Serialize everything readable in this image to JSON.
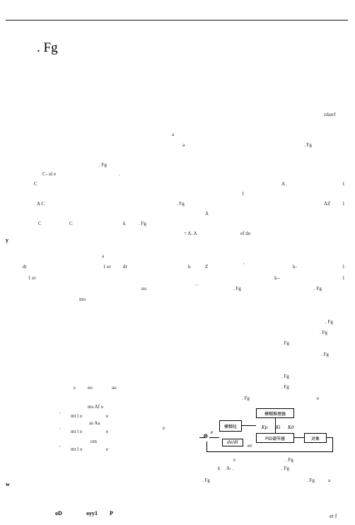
{
  "header": {
    "rule": true
  },
  "heading": {
    "mark": ". Fg"
  },
  "fragments": {
    "f1": "rdazrf",
    "f2": "a",
    "f3": "a",
    "f4": ". Fg",
    "f5": ". Fg",
    "f6": "C- ol e",
    "f7": ".",
    "f8": "C",
    "f9": "A .",
    "f10": "1",
    "f11": "1",
    "f12": "A C",
    "f13": ". Fg",
    "f14": "AZ",
    "f15": "1",
    "f16": "A",
    "f17": "C",
    "f18": "C",
    "f19": "k",
    "f20": ". Fg",
    "f21": "=   A.  A",
    "f22": "ef do",
    "f23": "y",
    "f24": "a",
    "f25": "dr",
    "f26": "1 er",
    "f27": "dr",
    "f28": "k",
    "f29": "Z",
    "f30": "'",
    "f31": "k-",
    "f32": "1",
    "f33": "1 er",
    "f34": "k--",
    "f35": "1",
    "f36": "no",
    "f37": "\" '",
    "f38": ". Fg",
    "f39": ". Fg",
    "f40": "mo",
    "f41": ". Fg",
    "f42": ". Fg",
    "f43": ". Fg",
    "f44": ". Fg",
    "f45": ". Fg",
    "f46": "s",
    "f47": "eo",
    "f48": "ao",
    "f49": ". Fg",
    "f50": ". Fg",
    "f51": "e",
    "f52": "ms Af o",
    "f53": "'",
    "f54": "mt l o",
    "f55": "e",
    "f56": "as Aa",
    "f57": "e",
    "f58": "'",
    "f59": "mt l o",
    "f60": "e",
    "f61": "om",
    "f62": "'",
    "f63": "mt l o",
    "f64": "e",
    "f65": "e",
    "f66": ". Fg",
    "f67": "k",
    "f68": "A-  .",
    "f69": ". Fg",
    "f70": "w",
    "f71": ". Fg",
    "f72": ". Fg",
    "f73": "a",
    "f74": "oD",
    "f75": "oyy1",
    "f76": "P",
    "f77": "et f"
  },
  "diagram": {
    "fuzzy_reasoner": "模糊推理器",
    "fuzzifier": "模糊化",
    "pid": "PID调节器",
    "plant": "对象",
    "derivative": "de/dt",
    "kp": "Kp",
    "ki": "Ki",
    "kd": "Kd",
    "ec": "ec",
    "e": "e"
  }
}
